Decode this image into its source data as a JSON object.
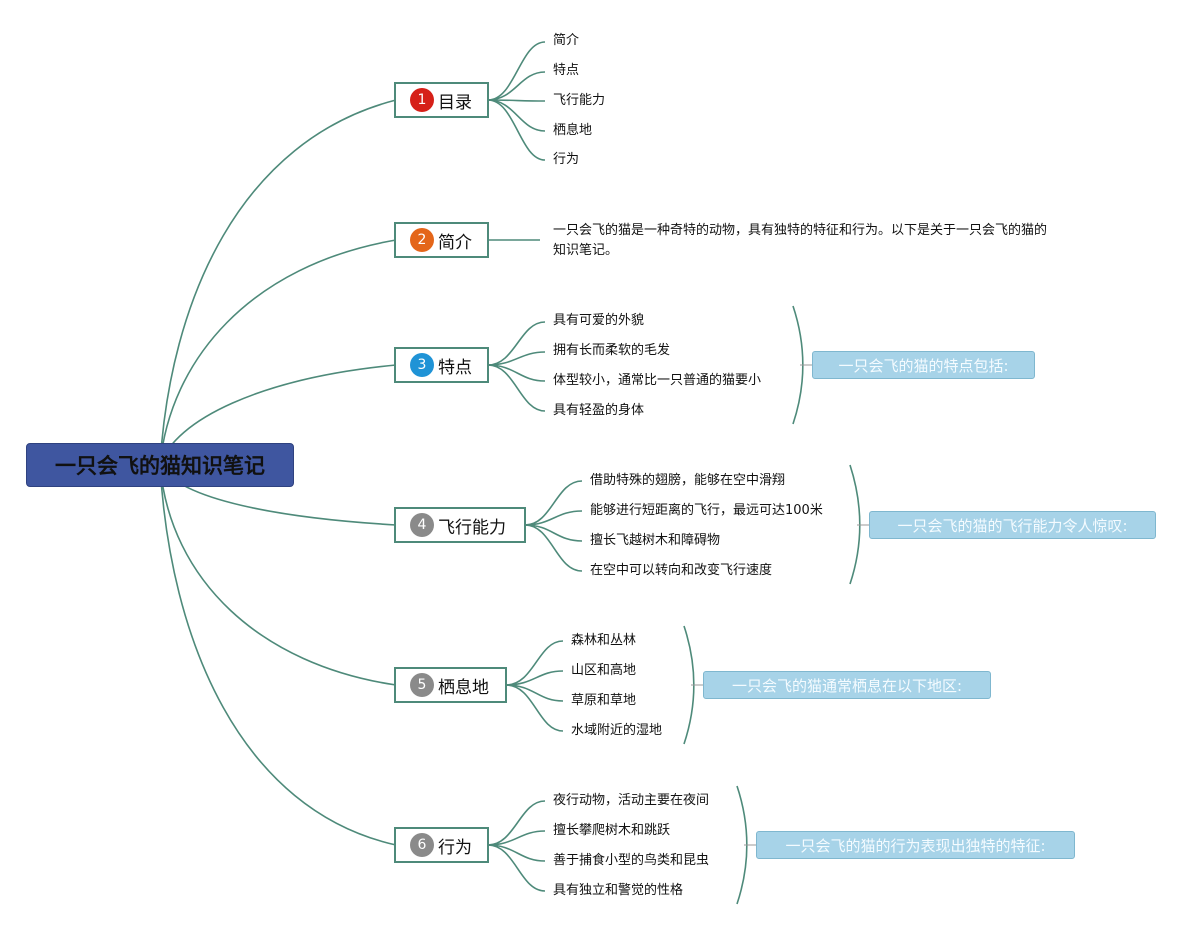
{
  "root": {
    "label": "一只会飞的猫知识笔记"
  },
  "colors": {
    "root": "#3f56a0",
    "link": "#4e8a7a",
    "note_bg": "#a7d3e8",
    "num1": "#d62018",
    "num2": "#e4661a",
    "num3": "#1f93d6",
    "num_gray": "#8a8a8a"
  },
  "topics": [
    {
      "num": "1",
      "label": "目录",
      "children": [
        "简介",
        "特点",
        "飞行能力",
        "栖息地",
        "行为"
      ]
    },
    {
      "num": "2",
      "label": "简介",
      "text": "一只会飞的猫是一种奇特的动物，具有独特的特征和行为。以下是关于一只会飞的猫的知识笔记。"
    },
    {
      "num": "3",
      "label": "特点",
      "children": [
        "具有可爱的外貌",
        "拥有长而柔软的毛发",
        "体型较小，通常比一只普通的猫要小",
        "具有轻盈的身体"
      ],
      "note": "一只会飞的猫的特点包括:"
    },
    {
      "num": "4",
      "label": "飞行能力",
      "children": [
        "借助特殊的翅膀，能够在空中滑翔",
        "能够进行短距离的飞行，最远可达100米",
        "擅长飞越树木和障碍物",
        "在空中可以转向和改变飞行速度"
      ],
      "note": "一只会飞的猫的飞行能力令人惊叹:"
    },
    {
      "num": "5",
      "label": "栖息地",
      "children": [
        "森林和丛林",
        "山区和高地",
        "草原和草地",
        "水域附近的湿地"
      ],
      "note": "一只会飞的猫通常栖息在以下地区:"
    },
    {
      "num": "6",
      "label": "行为",
      "children": [
        "夜行动物，活动主要在夜间",
        "擅长攀爬树木和跳跃",
        "善于捕食小型的鸟类和昆虫",
        "具有独立和警觉的性格"
      ],
      "note": "一只会飞的猫的行为表现出独特的特征:"
    }
  ]
}
